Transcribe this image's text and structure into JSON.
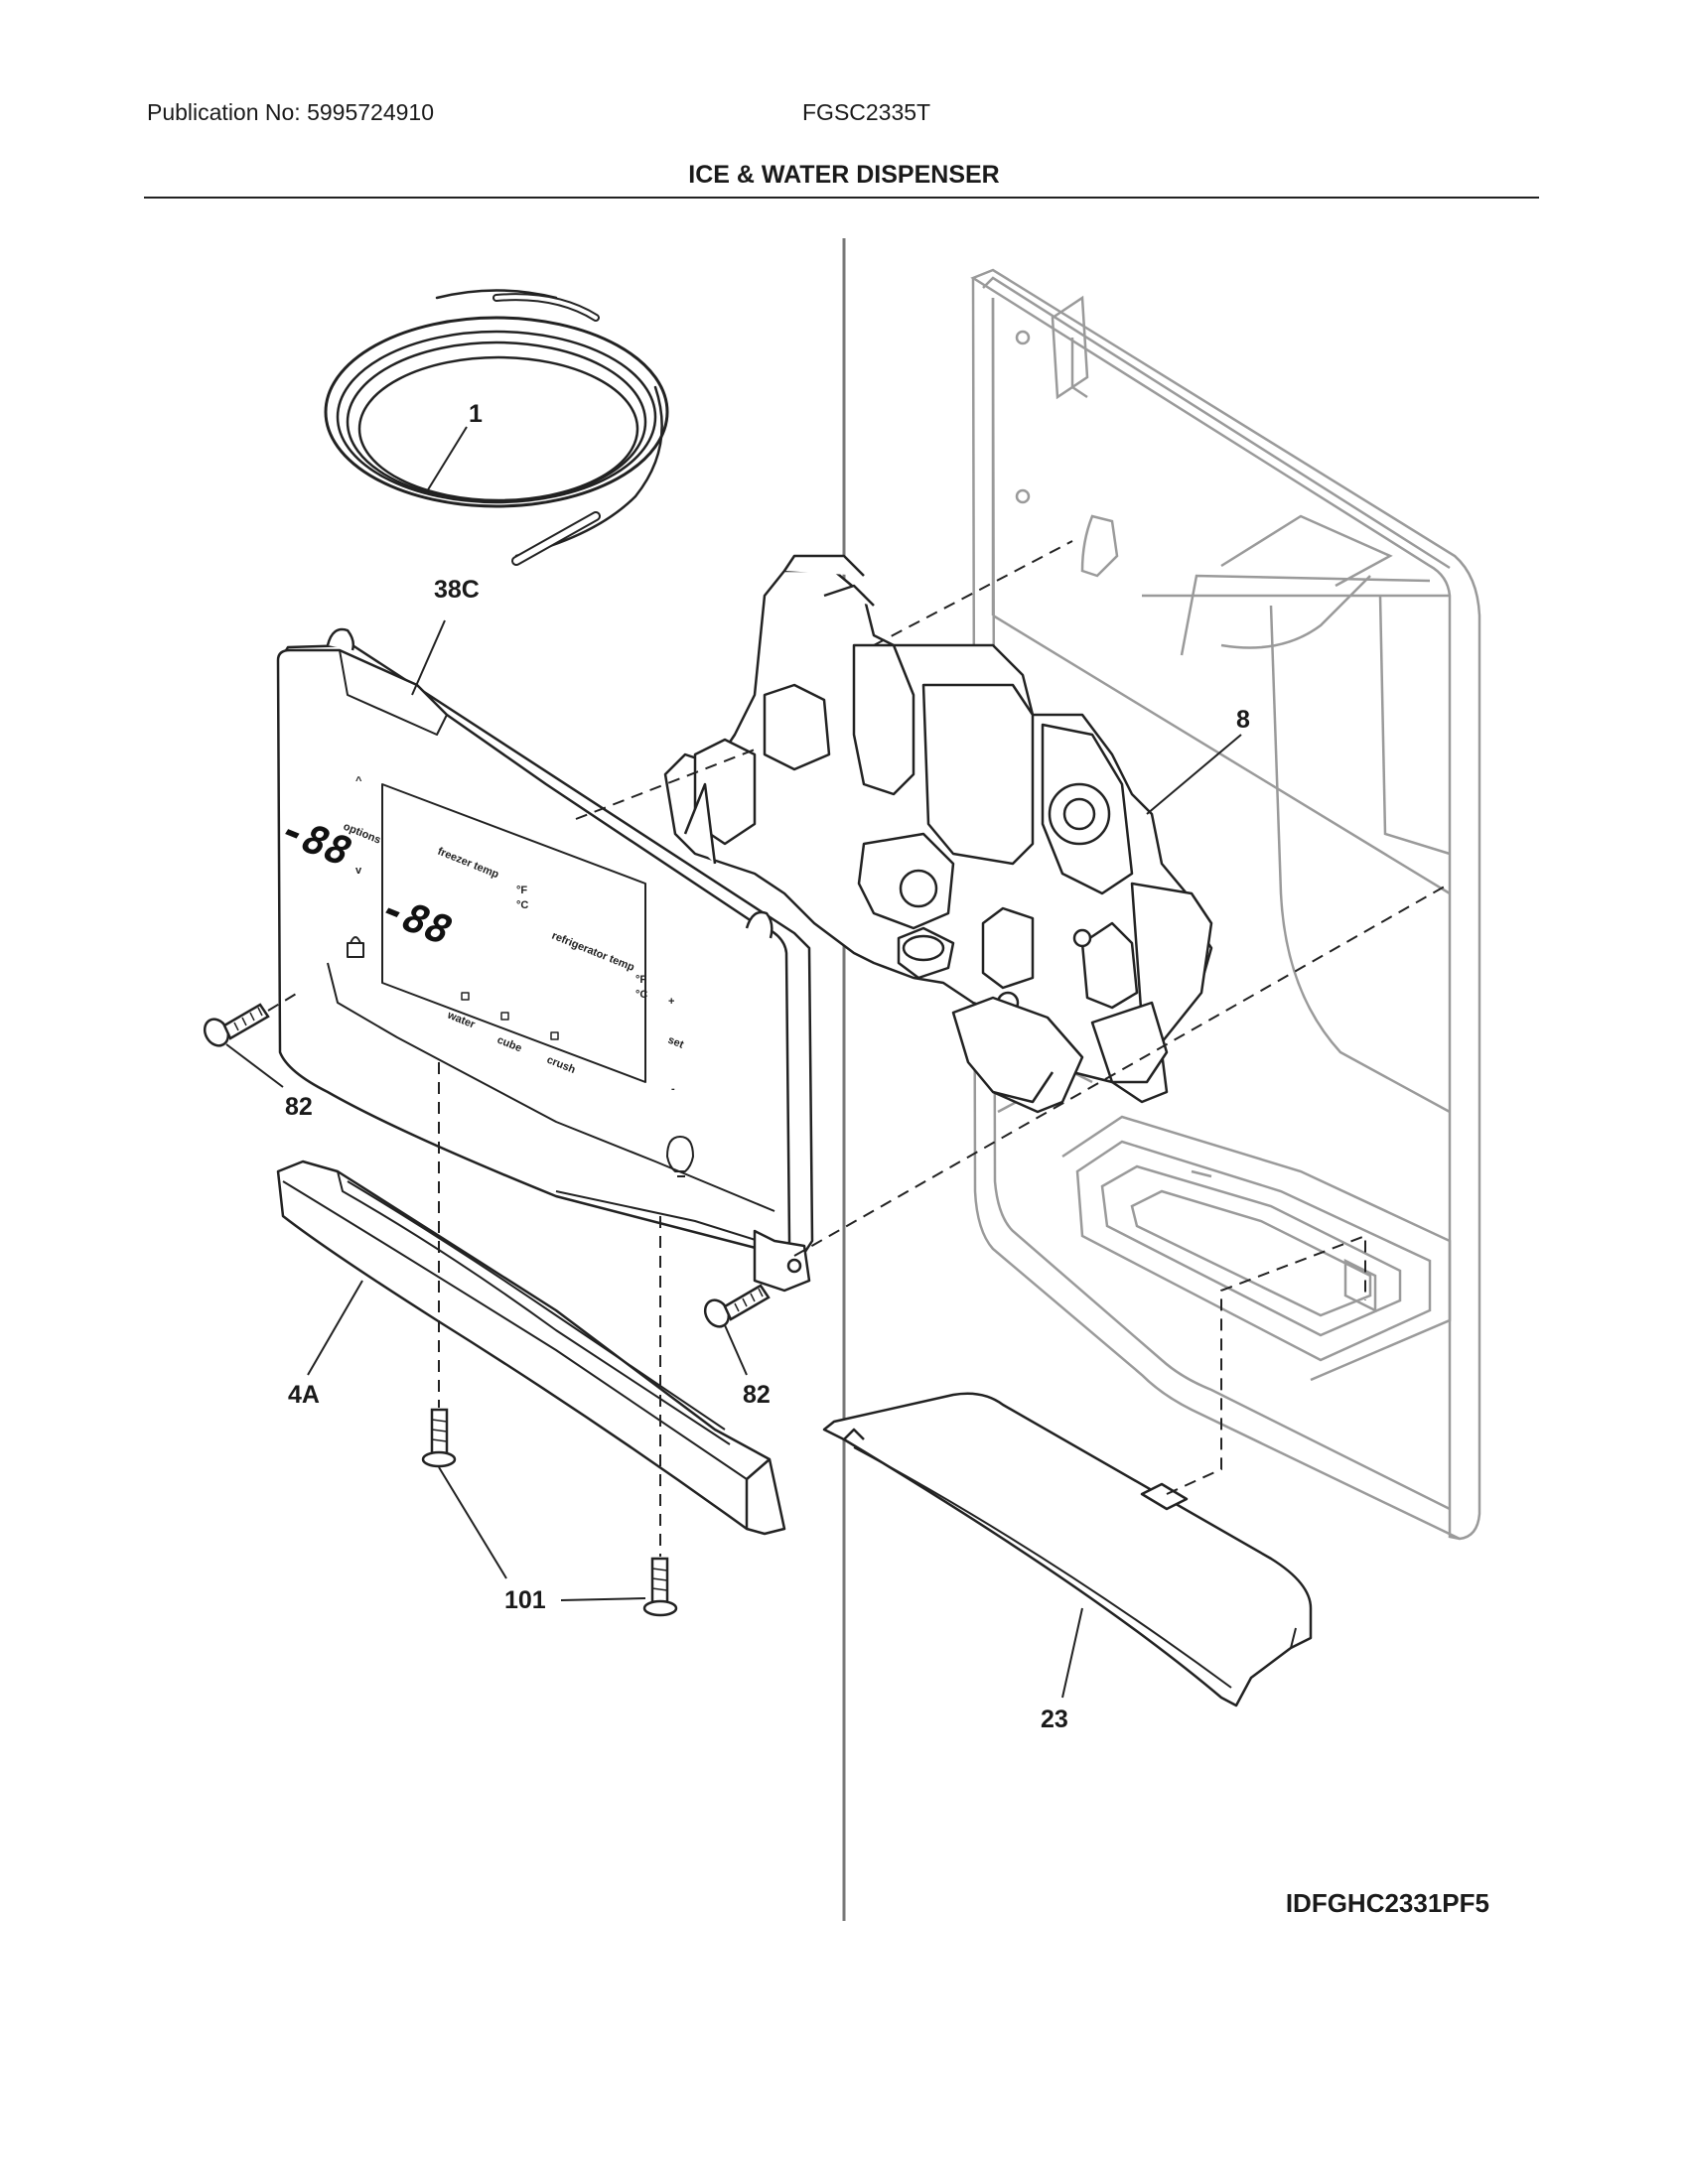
{
  "header": {
    "publication": "Publication No: 5995724910",
    "model": "FGSC2335T",
    "title": "ICE & WATER DISPENSER"
  },
  "callouts": {
    "tubing": "1",
    "control_panel": "38C",
    "dispenser_assembly": "8",
    "screw_left": "82",
    "screw_right": "82",
    "trim": "4A",
    "screws_bottom": "101",
    "drip_tray": "23"
  },
  "panel_labels": {
    "up": "^",
    "options": "options",
    "down": "v",
    "freezer_temp": "freezer temp",
    "freezer_digits": "-88",
    "fridge_temp": "refrigerator temp",
    "fridge_digits": "-88",
    "deg_f": "°F",
    "deg_c": "°C",
    "water": "water",
    "cube": "cube",
    "crush": "crush",
    "plus": "+",
    "set": "set",
    "minus": "-"
  },
  "reference_code": "IDFGHC2331PF5"
}
